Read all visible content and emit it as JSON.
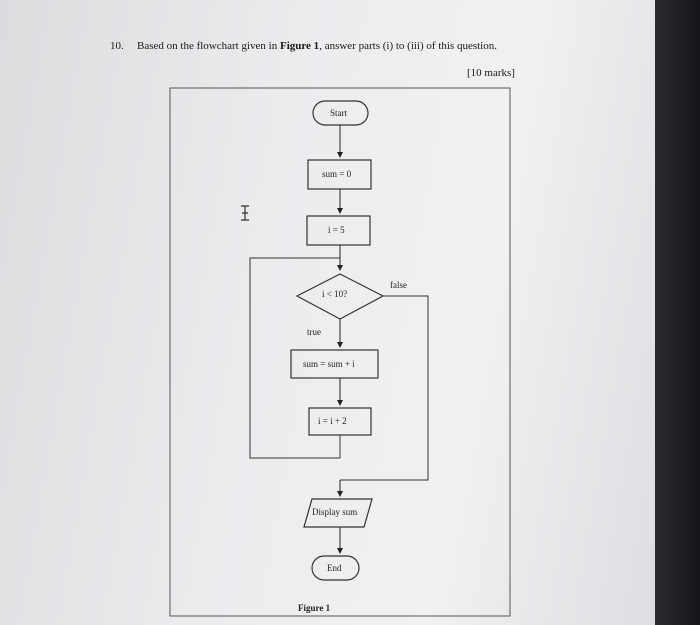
{
  "question": {
    "number": "10.",
    "text_before": "Based on the flowchart given in ",
    "figure_ref": "Figure 1",
    "text_after": ", answer parts (i) to (iii) of this question.",
    "marks": "[10 marks]"
  },
  "flowchart": {
    "start": "Start",
    "init_sum": "sum = 0",
    "init_i": "i = 5",
    "condition": "i < 10?",
    "true_label": "true",
    "false_label": "false",
    "update_sum": "sum = sum + i",
    "update_i": "i = i + 2",
    "output": "Display sum",
    "end": "End"
  },
  "figure_caption": "Figure 1",
  "icons": {
    "cursor": "text-cursor-icon"
  }
}
